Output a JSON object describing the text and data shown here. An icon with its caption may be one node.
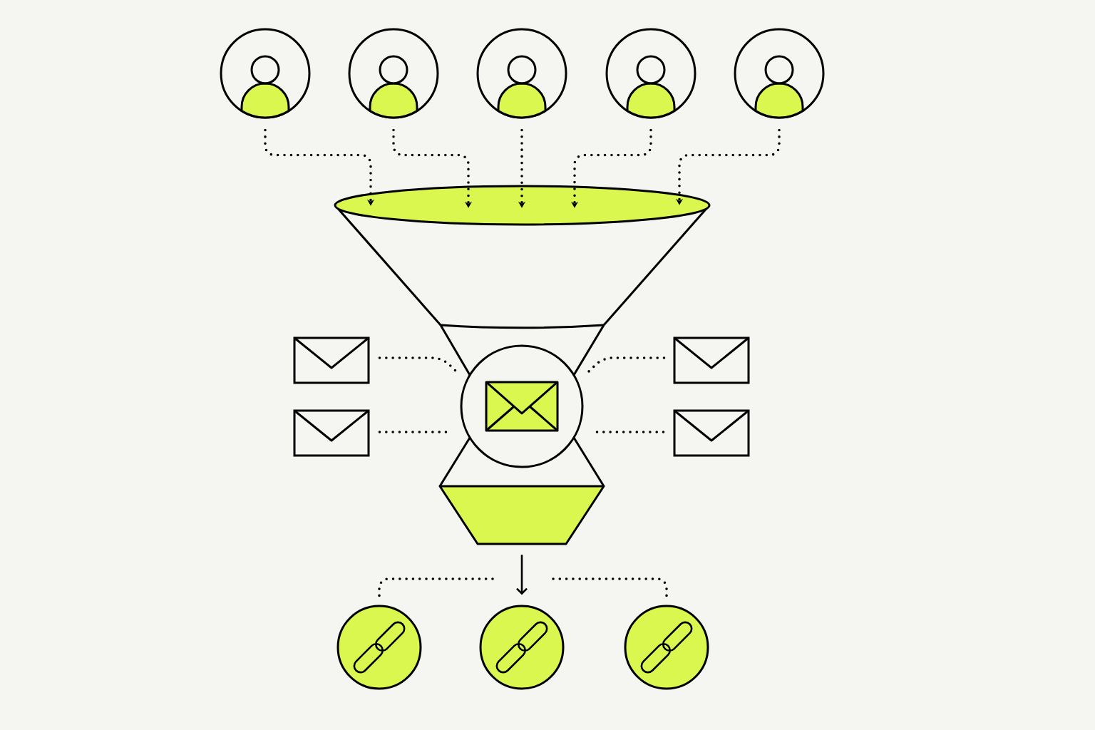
{
  "diagram": {
    "nodes": [
      {
        "text": [],
        "shape": "person"
      },
      {
        "text": [],
        "shape": "person"
      },
      {
        "text": [],
        "shape": "person"
      },
      {
        "text": [],
        "shape": "person"
      },
      {
        "text": [],
        "shape": "person"
      },
      {
        "text": [],
        "shape": "funnel"
      },
      {
        "text": [],
        "shape": "circle"
      },
      {
        "text": [],
        "shape": "envelope"
      },
      {
        "text": [],
        "shape": "envelope"
      },
      {
        "text": [],
        "shape": "envelope"
      },
      {
        "text": [],
        "shape": "envelope"
      },
      {
        "text": [],
        "shape": "trapezoid"
      },
      {
        "text": [],
        "shape": "circle"
      },
      {
        "text": [],
        "shape": "circle"
      },
      {
        "text": [],
        "shape": "circle"
      }
    ],
    "edges": [
      {
        "from": 0,
        "to": 5,
        "arrow": "to",
        "style": "dashed"
      },
      {
        "from": 1,
        "to": 5,
        "arrow": "to",
        "style": "dashed"
      },
      {
        "from": 2,
        "to": 5,
        "arrow": "to",
        "style": "dashed"
      },
      {
        "from": 3,
        "to": 5,
        "arrow": "to",
        "style": "dashed"
      },
      {
        "from": 4,
        "to": 5,
        "arrow": "to",
        "style": "dashed"
      },
      {
        "from": 7,
        "to": 6,
        "arrow": "none",
        "style": "dashed"
      },
      {
        "from": 8,
        "to": 6,
        "arrow": "none",
        "style": "dashed"
      },
      {
        "from": 9,
        "to": 6,
        "arrow": "none",
        "style": "dashed"
      },
      {
        "from": 10,
        "to": 6,
        "arrow": "none",
        "style": "dashed"
      },
      {
        "from": 11,
        "to": 13,
        "arrow": "to"
      },
      {
        "from": null,
        "to": 12,
        "arrow": "none",
        "style": "dashed"
      },
      {
        "from": null,
        "to": 14,
        "arrow": "none",
        "style": "dashed"
      }
    ]
  }
}
